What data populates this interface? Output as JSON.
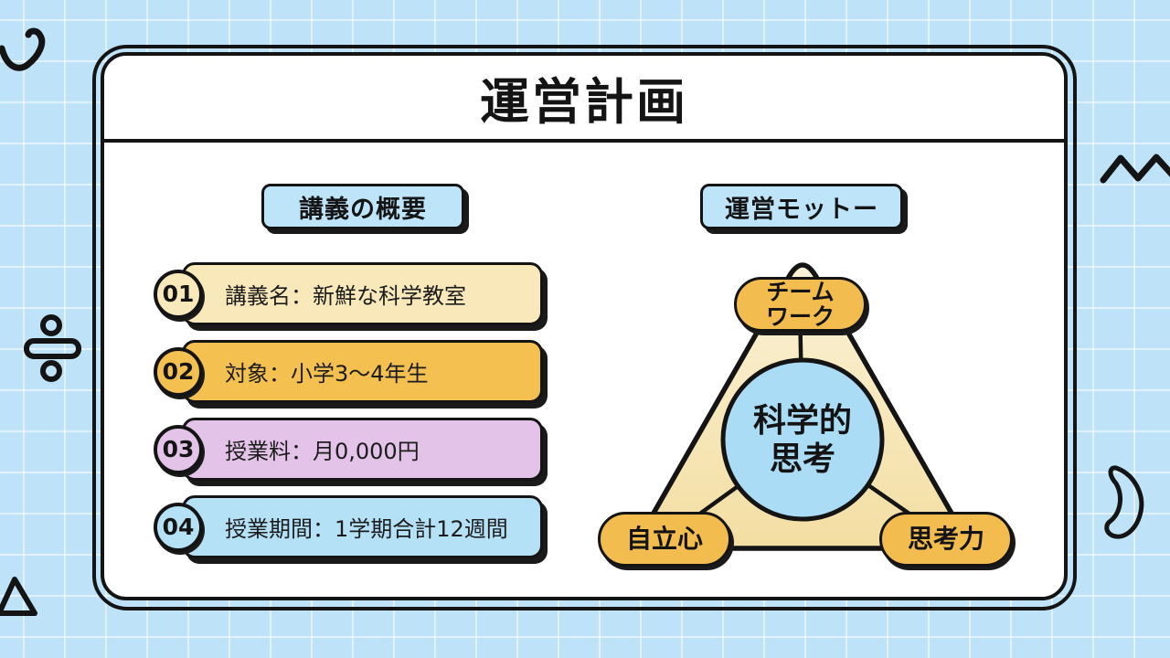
{
  "title": "運営計画",
  "left_section": {
    "header": "講義の概要",
    "items": [
      {
        "number": "01",
        "text": "講義名：新鮮な科学教室",
        "color": "#F8E8BA"
      },
      {
        "number": "02",
        "text": "対象：小学3〜4年生",
        "color": "#F4C150"
      },
      {
        "number": "03",
        "text": "授業料：月0,000円",
        "color": "#E3C3E8"
      },
      {
        "number": "04",
        "text": "授業期間：1学期合計12週間",
        "color": "#B5E1F7"
      }
    ]
  },
  "right_section": {
    "header": "運営モットー",
    "diagram": {
      "center_line1": "科学的",
      "center_line2": "思考",
      "top_line1": "チーム",
      "top_line2": "ワーク",
      "bottom_left": "自立心",
      "bottom_right": "思考力",
      "node_color": "#F2BD4E",
      "center_color": "#AADDF5",
      "triangle_top_color": "#FBF2D7",
      "triangle_bottom_color": "#F3DEA2"
    }
  },
  "colors": {
    "background": "#BEE3F8",
    "card": "#FFFFFF",
    "outline": "#141414",
    "header_box": "#BEE4FA"
  },
  "decorations": {
    "top_left": "curve-stroke-icon",
    "middle_left": "divide-sign-icon",
    "bottom_left": "triangle-outline-icon",
    "top_right": "zigzag-icon",
    "bottom_right": "crescent-icon"
  }
}
